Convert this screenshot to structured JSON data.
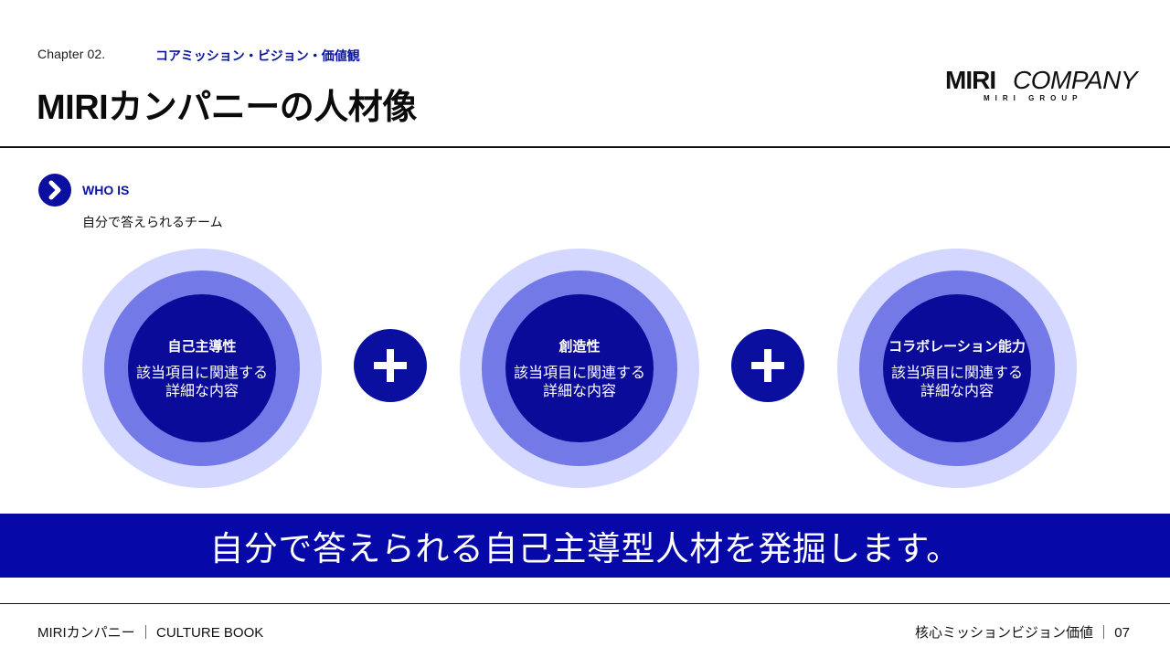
{
  "header": {
    "chapter": "Chapter 02.",
    "chapter_subtitle": "コアミッション・ビジョン・価値観",
    "title": "MIRIカンパニーの人材像"
  },
  "logo": {
    "mark": "MIRI",
    "name": "COMPANY",
    "group": "MIRI GROUP"
  },
  "section": {
    "label": "WHO IS",
    "description": "自分で答えられるチーム"
  },
  "circles": [
    {
      "title": "自己主導性",
      "line1": "該当項目に関連する",
      "line2": "詳細な内容"
    },
    {
      "title": "創造性",
      "line1": "該当項目に関連する",
      "line2": "詳細な内容"
    },
    {
      "title": "コラボレーション能力",
      "line1": "該当項目に関連する",
      "line2": "詳細な内容"
    }
  ],
  "banner": {
    "text": "自分で答えられる自己主導型人材を発掘します。"
  },
  "footer": {
    "left": "MIRIカンパニー ｜ CULTURE BOOK",
    "right": "核心ミッションビジョン価値 ｜ 07"
  },
  "colors": {
    "accent": "#0a0fa0",
    "ring_outer": "#d4d7ff",
    "ring_mid": "#7479e8",
    "ring_core": "#0b0b9a",
    "banner": "#0608a8"
  },
  "icons": {
    "section": "chevron-right-icon",
    "connector": "plus-icon"
  }
}
